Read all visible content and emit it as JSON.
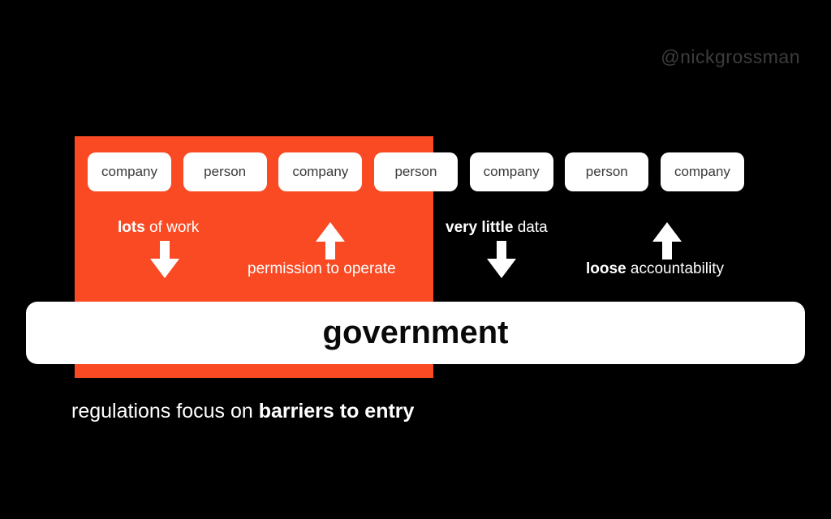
{
  "slide": {
    "handle": "@nickgrossman",
    "colors": {
      "background": "#000000",
      "accent_orange": "#F94A23",
      "box_bg": "#FFFFFF",
      "box_text": "#3A3A3A",
      "handle_text": "#3D3D3D",
      "arrow_white": "#FFFFFF",
      "government_text": "#0A0A0A"
    }
  },
  "entity_row": {
    "boxes": [
      {
        "label": "company"
      },
      {
        "label": "person"
      },
      {
        "label": "company"
      },
      {
        "label": "person"
      },
      {
        "label": "company"
      },
      {
        "label": "person"
      },
      {
        "label": "company"
      }
    ]
  },
  "annotations": [
    {
      "bold": "lots",
      "rest": " of work",
      "arrow": "down"
    },
    {
      "bold": "",
      "rest": "permission to operate",
      "arrow": "up"
    },
    {
      "bold": "very little",
      "rest": " data",
      "arrow": "down"
    },
    {
      "bold": "loose",
      "rest": " accountability",
      "arrow": "up"
    }
  ],
  "government_bar": {
    "label": "government"
  },
  "caption": {
    "regular": "regulations focus on ",
    "bold": "barriers to entry"
  }
}
